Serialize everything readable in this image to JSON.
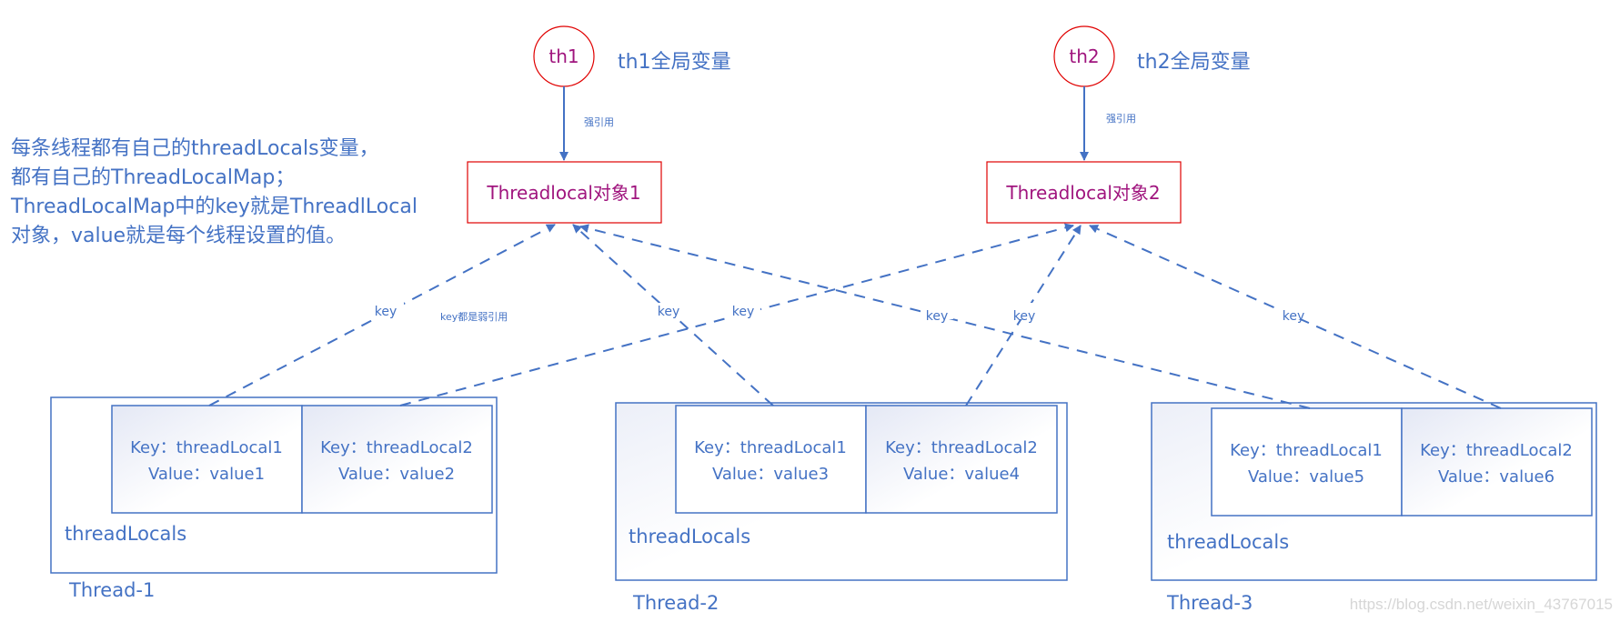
{
  "colors": {
    "line": "#4472c4",
    "text_blue": "#4472c4",
    "object_border": "#e00000",
    "object_text": "#a0157e",
    "watermark": "#d6d6d6"
  },
  "description_lines": [
    "每条线程都有自己的threadLocals变量，",
    "都有自己的ThreadLocalMap；",
    "ThreadLocalMap中的key就是ThreadlLocal",
    "对象，value就是每个线程设置的值。"
  ],
  "globals": [
    {
      "circle_label": "th1",
      "caption": "th1全局变量",
      "ref_label": "强引用",
      "object_label": "Threadlocal对象1"
    },
    {
      "circle_label": "th2",
      "caption": "th2全局变量",
      "ref_label": "强引用",
      "object_label": "Threadlocal对象2"
    }
  ],
  "threads": [
    {
      "name": "Thread-1",
      "map_label": "threadLocals",
      "entries": [
        {
          "key": "Key：threadLocal1",
          "value": "Value：value1"
        },
        {
          "key": "Key：threadLocal2",
          "value": "Value：value2"
        }
      ]
    },
    {
      "name": "Thread-2",
      "map_label": "threadLocals",
      "entries": [
        {
          "key": "Key：threadLocal1",
          "value": "Value：value3"
        },
        {
          "key": "Key：threadLocal2",
          "value": "Value：value4"
        }
      ]
    },
    {
      "name": "Thread-3",
      "map_label": "threadLocals",
      "entries": [
        {
          "key": "Key：threadLocal1",
          "value": "Value：value5"
        },
        {
          "key": "Key：threadLocal2",
          "value": "Value：value6"
        }
      ]
    }
  ],
  "edges": {
    "key_label": "key",
    "weak_note": "key都是弱引用"
  },
  "watermark": "https://blog.csdn.net/weixin_43767015"
}
